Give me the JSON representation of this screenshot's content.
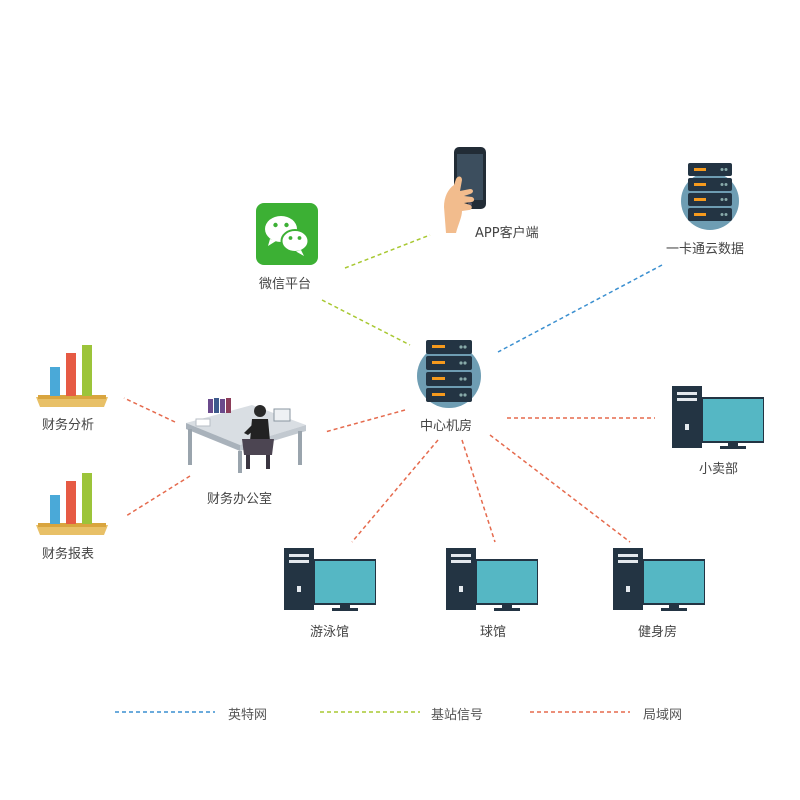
{
  "nodes": {
    "wechat": {
      "label": "微信平台"
    },
    "app": {
      "label": "APP客户端"
    },
    "cloud": {
      "label": "一卡通云数据"
    },
    "center": {
      "label": "中心机房"
    },
    "office": {
      "label": "财务办公室"
    },
    "analysis": {
      "label": "财务分析"
    },
    "report": {
      "label": "财务报表"
    },
    "shop": {
      "label": "小卖部"
    },
    "pool": {
      "label": "游泳馆"
    },
    "court": {
      "label": "球馆"
    },
    "gym": {
      "label": "健身房"
    }
  },
  "legend": [
    {
      "label": "英特网",
      "color": "#3a8fd0"
    },
    {
      "label": "基站信号",
      "color": "#a8c832"
    },
    {
      "label": "局域网",
      "color": "#e56a4d"
    }
  ],
  "colors": {
    "server_body": "#233443",
    "server_light": "#f59a1d",
    "server_ring": "#6e9db3",
    "monitor_screen": "#55b7c4",
    "tower": "#233443",
    "wechat_green": "#3cb034",
    "bar_blue": "#4aa9d8",
    "bar_red": "#e65a44",
    "bar_green": "#9cc43a"
  }
}
